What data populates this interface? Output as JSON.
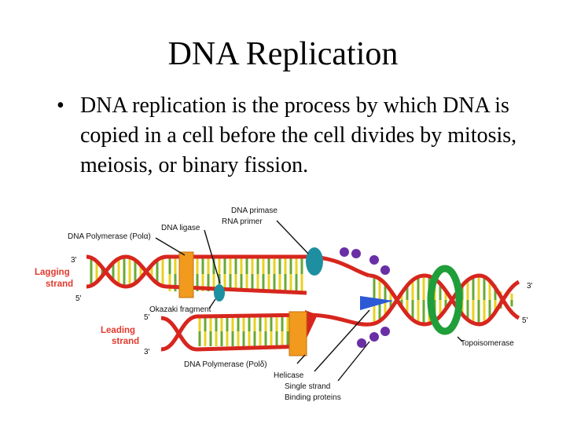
{
  "slide": {
    "title": "DNA Replication",
    "bullet_symbol": "•",
    "bullet": "DNA replication is the process by which DNA is copied in a cell before the cell divides by mitosis, meiosis, or binary fission."
  },
  "diagram": {
    "labels": {
      "dna_primase": "DNA primase",
      "rna_primer": "RNA primer",
      "dna_ligase": "DNA ligase",
      "dna_polymerase_alpha": "DNA Polymerase (Polα)",
      "lagging_line1": "Lagging",
      "lagging_line2": "strand",
      "okazaki": "Okazaki fragment",
      "leading_line1": "Leading",
      "leading_line2": "strand",
      "dna_polymerase_delta": "DNA Polymerase (Polδ)",
      "helicase": "Helicase",
      "ssb_line1": "Single strand",
      "ssb_line2": "Binding proteins",
      "topoisomerase": "Topoisomerase",
      "lag_3": "3'",
      "lag_5": "5'",
      "lead_5": "5'",
      "lead_3": "3'",
      "right_3": "3'",
      "right_5": "5'"
    },
    "colors": {
      "strand_red": "#d7261e",
      "rung_yellow": "#e8d21f",
      "rung_green": "#6aa832",
      "polymerase_orange": "#f29a1e",
      "primase_teal": "#1e8fa0",
      "ssb_purple": "#6a2fa6",
      "helicase_blue": "#2c59d6",
      "topoisomerase_green": "#1f9e3a",
      "label_red": "#e23a2e"
    }
  }
}
